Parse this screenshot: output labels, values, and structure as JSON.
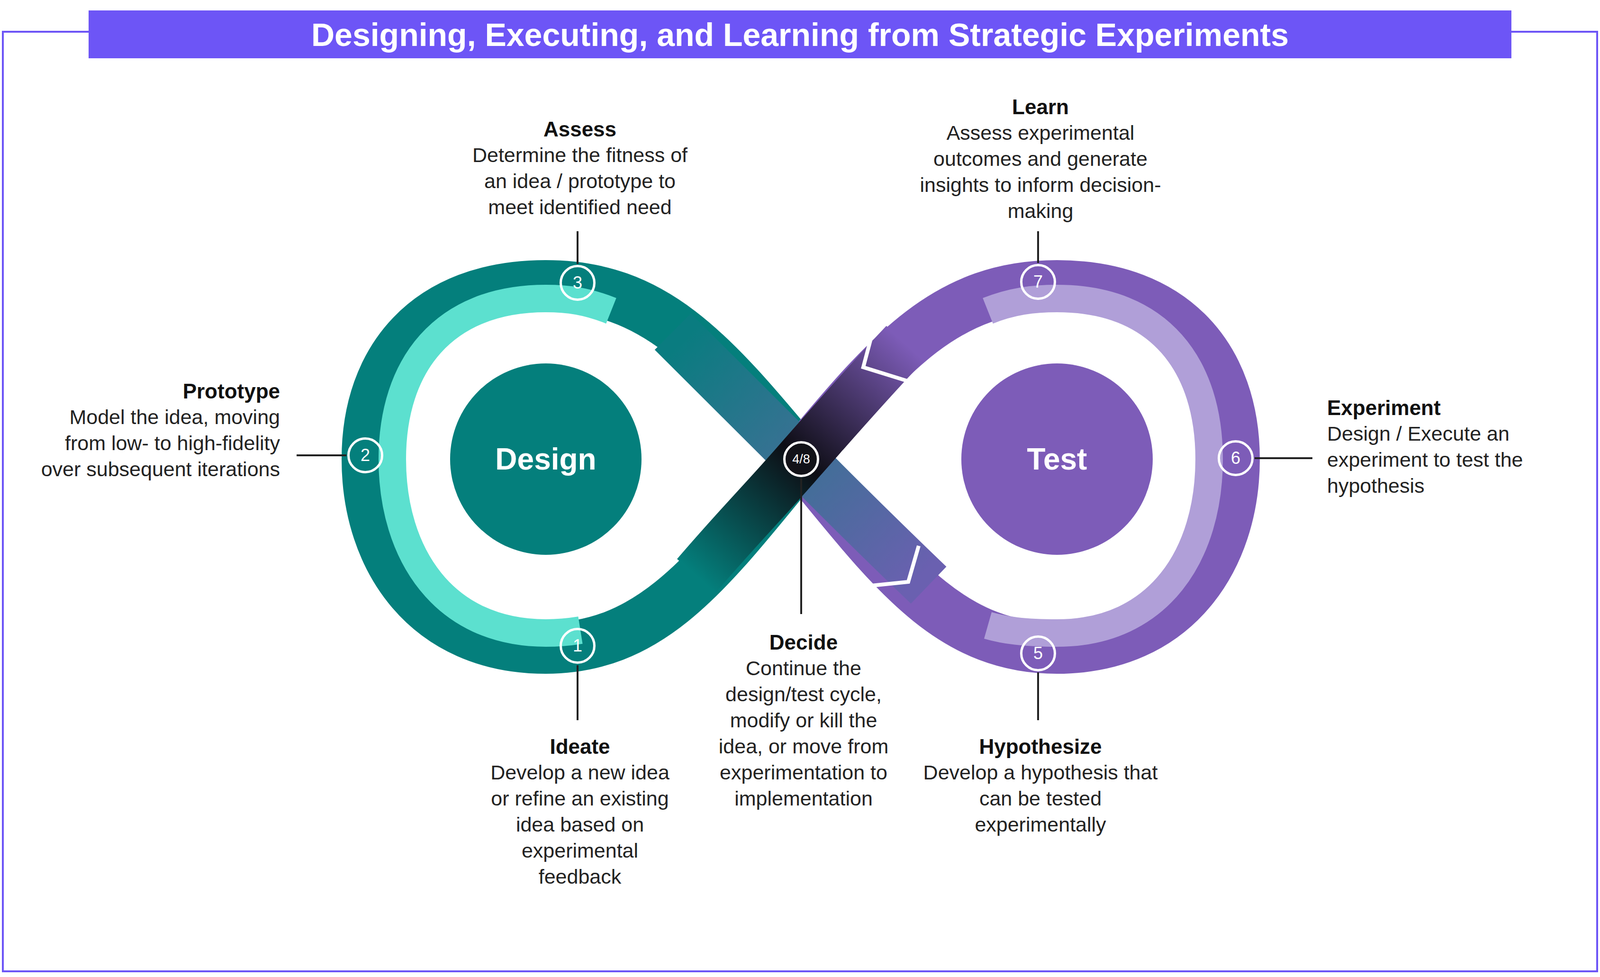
{
  "diagram": {
    "title": "Designing, Executing, and Learning from Strategic Experiments",
    "nodes": [
      {
        "text": [
          "Design"
        ]
      },
      {
        "text": [
          "Test"
        ]
      },
      {
        "text": [
          "1",
          "Ideate",
          "Develop a new idea or refine an existing idea based on experimental feedback"
        ]
      },
      {
        "text": [
          "2",
          "Prototype",
          "Model the idea, moving from low- to high-fidelity over subsequent iterations"
        ]
      },
      {
        "text": [
          "3",
          "Assess",
          "Determine the fitness of an idea / prototype to meet identified need"
        ]
      },
      {
        "text": [
          "4/8",
          "Decide",
          "Continue the design/test cycle, modify or kill the idea, or move from experimentation to implementation"
        ]
      },
      {
        "text": [
          "5",
          "Hypothesize",
          "Develop a hypothesis that can be tested experimentally"
        ]
      },
      {
        "text": [
          "6",
          "Experiment",
          "Design / Execute an experiment to test the hypothesis"
        ]
      },
      {
        "text": [
          "7",
          "Learn",
          "Assess experimental outcomes and generate insights to inform decision-making"
        ]
      }
    ]
  }
}
